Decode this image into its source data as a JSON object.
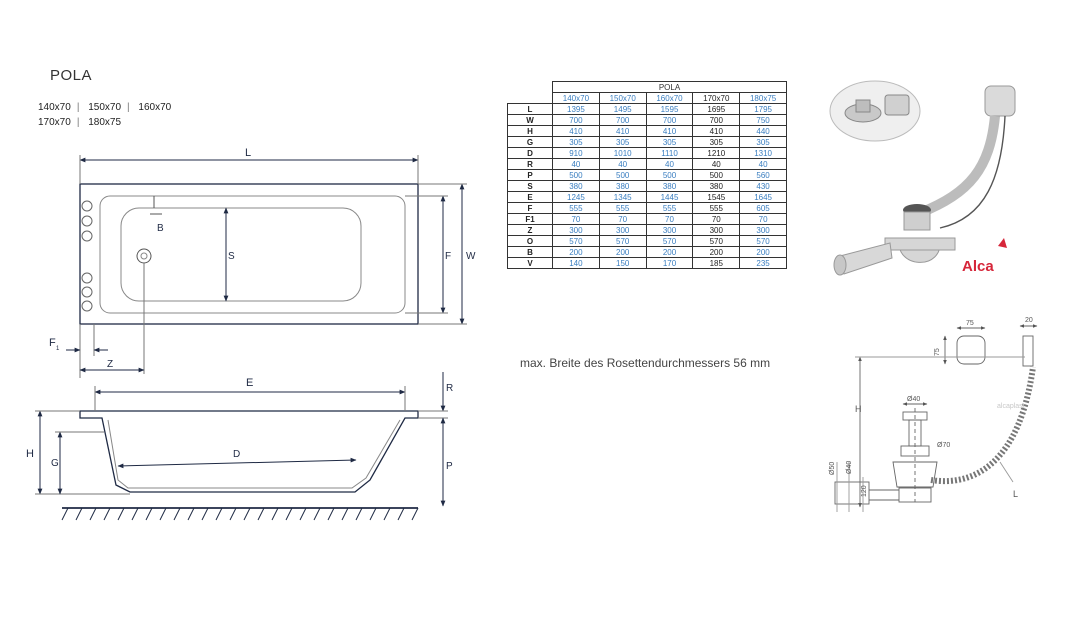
{
  "title": "POLA",
  "sizes_line1": [
    "140x70",
    "150x70",
    "160x70"
  ],
  "sizes_line2": [
    "170x70",
    "180x75"
  ],
  "drawing_labels": {
    "L": "L",
    "B": "B",
    "S": "S",
    "F": "F",
    "W": "W",
    "F1": "F",
    "F1_sub": "1",
    "Z": "Z",
    "E": "E",
    "R": "R",
    "H": "H",
    "G": "G",
    "D": "D",
    "P": "P"
  },
  "table": {
    "model": "POLA",
    "sizes": [
      "140x70",
      "150x70",
      "160x70",
      "170x70",
      "180x75"
    ],
    "rows": [
      {
        "label": "L",
        "values": [
          "1395",
          "1495",
          "1595",
          "1695",
          "1795"
        ]
      },
      {
        "label": "W",
        "values": [
          "700",
          "700",
          "700",
          "700",
          "750"
        ]
      },
      {
        "label": "H",
        "values": [
          "410",
          "410",
          "410",
          "410",
          "440"
        ]
      },
      {
        "label": "G",
        "values": [
          "305",
          "305",
          "305",
          "305",
          "305"
        ]
      },
      {
        "label": "D",
        "values": [
          "910",
          "1010",
          "1110",
          "1210",
          "1310"
        ]
      },
      {
        "label": "R",
        "values": [
          "40",
          "40",
          "40",
          "40",
          "40"
        ]
      },
      {
        "label": "P",
        "values": [
          "500",
          "500",
          "500",
          "500",
          "560"
        ]
      },
      {
        "label": "S",
        "values": [
          "380",
          "380",
          "380",
          "380",
          "430"
        ]
      },
      {
        "label": "E",
        "values": [
          "1245",
          "1345",
          "1445",
          "1545",
          "1645"
        ]
      },
      {
        "label": "F",
        "values": [
          "555",
          "555",
          "555",
          "555",
          "605"
        ]
      },
      {
        "label": "F1",
        "values": [
          "70",
          "70",
          "70",
          "70",
          "70"
        ]
      },
      {
        "label": "Z",
        "values": [
          "300",
          "300",
          "300",
          "300",
          "300"
        ]
      },
      {
        "label": "O",
        "values": [
          "570",
          "570",
          "570",
          "570",
          "570"
        ]
      },
      {
        "label": "B",
        "values": [
          "200",
          "200",
          "200",
          "200",
          "200"
        ]
      },
      {
        "label": "V",
        "values": [
          "140",
          "150",
          "170",
          "185",
          "235"
        ]
      }
    ]
  },
  "rosette_note": "max. Breite des Rosettendurchmessers 56 mm",
  "brand": "Alca",
  "drain_dims": {
    "d75": "75",
    "d20": "20",
    "h75": "75",
    "H": "H",
    "d40": "Ø40",
    "d70": "Ø70",
    "d50": "Ø50",
    "d40b": "Ø40",
    "d120": "120",
    "L": "L",
    "watermark": "alcaplast"
  },
  "colors": {
    "drawing_line": "#1f2a44",
    "table_blue": "#3a7ec0",
    "brand_red": "#d6263a"
  }
}
